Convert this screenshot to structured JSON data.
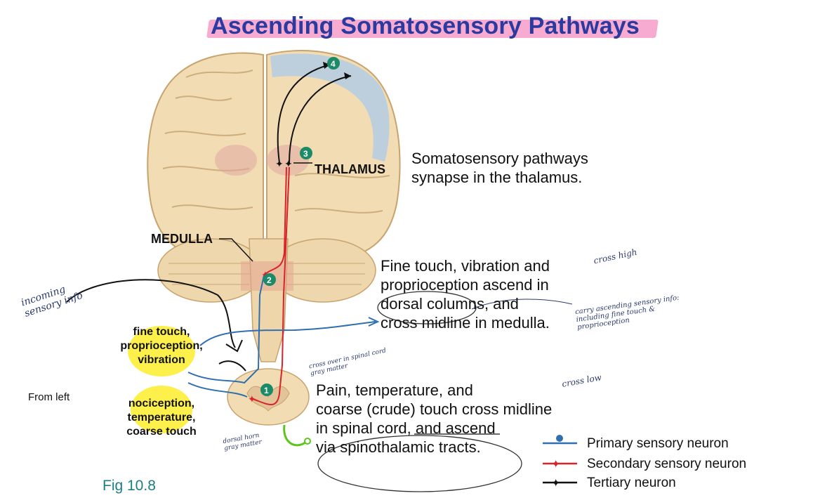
{
  "title": "Ascending Somatosensory Pathways",
  "labels": {
    "thalamus": "THALAMUS",
    "medulla": "MEDULLA",
    "fine_touch_bubble": [
      "fine touch,",
      "proprioception,",
      "vibration"
    ],
    "pain_bubble": [
      "nociception,",
      "temperature,",
      "coarse touch"
    ],
    "from_left": "From left",
    "fig": "Fig 10.8"
  },
  "steps": [
    "1",
    "2",
    "3",
    "4"
  ],
  "captions": {
    "thalamus": [
      "Somatosensory pathways",
      "synapse in the thalamus."
    ],
    "dorsal": [
      "Fine touch, vibration and",
      "proprioception ascend in",
      "dorsal columns, and",
      "cross midline in medulla."
    ],
    "spinal": [
      "Pain, temperature, and",
      "coarse (crude) touch cross midline",
      "in spinal cord, and ascend",
      "via spinothalamic tracts."
    ]
  },
  "legend": [
    {
      "label": "Primary sensory neuron",
      "color": "#2f6fb0",
      "marker": "primary-pin-icon"
    },
    {
      "label": "Secondary sensory neuron",
      "color": "#d8232a",
      "marker": "secondary-star-icon"
    },
    {
      "label": "Tertiary neuron",
      "color": "#111111",
      "marker": "tertiary-star-icon"
    }
  ],
  "colors": {
    "title": "#2b3a9e",
    "highlight_pink": "#f48fc1",
    "highlight_yellow": "#fdf04a",
    "brain": "#f2dcb3",
    "brain_outline": "#c9a36e",
    "cortex_blue": "#b7cde0",
    "step_badge": "#1b8a66",
    "primary": "#2f6fb0",
    "secondary": "#d8232a",
    "tertiary": "#111111",
    "fig": "#1d7e84",
    "annotation_green": "#5bc51d"
  },
  "handwritten": {
    "sensory_info": "incoming sensory info",
    "cross_high": "cross high",
    "cross_low": "cross low",
    "dorsal_note": "carry ascending sensory info: including fine touch & proprioception",
    "spinal_note": "cross over in spinal cord gray matter",
    "dorsal_horn": "dorsal horn gray matter"
  }
}
